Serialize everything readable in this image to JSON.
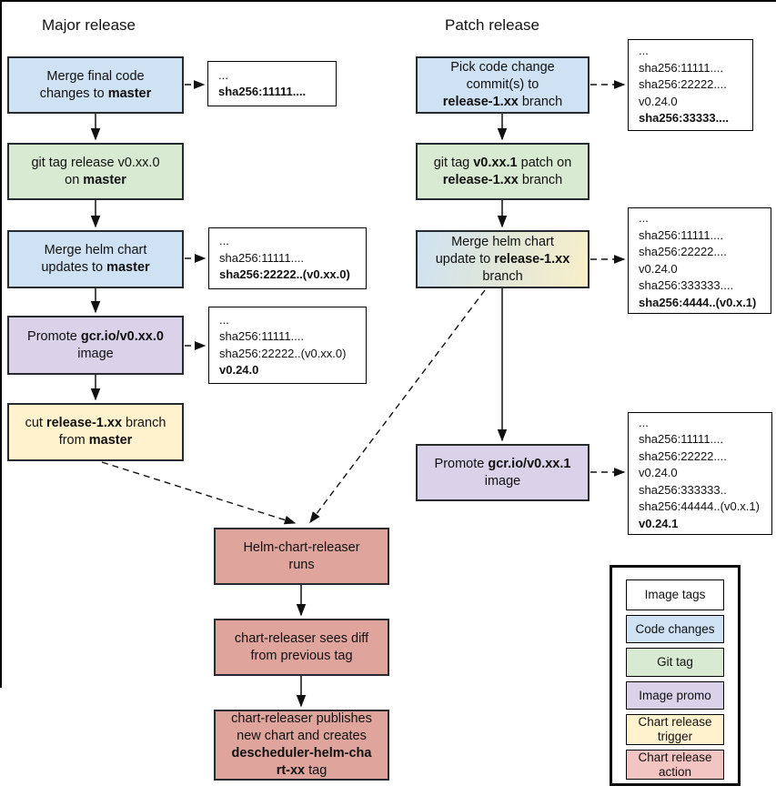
{
  "major": {
    "title": "Major release",
    "boxes": {
      "merge_final": {
        "lines": [
          [
            {
              "t": "Merge final code"
            }
          ],
          [
            {
              "t": "changes to "
            },
            {
              "t": "master",
              "b": true
            }
          ]
        ]
      },
      "git_tag": {
        "lines": [
          [
            {
              "t": "git tag release v0.xx.0"
            }
          ],
          [
            {
              "t": "on "
            },
            {
              "t": "master",
              "b": true
            }
          ]
        ]
      },
      "merge_helm": {
        "lines": [
          [
            {
              "t": "Merge helm chart"
            }
          ],
          [
            {
              "t": "updates to "
            },
            {
              "t": "master",
              "b": true
            }
          ]
        ]
      },
      "promote": {
        "lines": [
          [
            {
              "t": "Promote "
            },
            {
              "t": "gcr.io/v0.xx.0",
              "b": true
            }
          ],
          [
            {
              "t": "image"
            }
          ]
        ]
      },
      "cut_branch": {
        "lines": [
          [
            {
              "t": "cut "
            },
            {
              "t": "release-1.xx",
              "b": true
            },
            {
              "t": " branch"
            }
          ],
          [
            {
              "t": "from "
            },
            {
              "t": "master",
              "b": true
            }
          ]
        ]
      }
    },
    "notes": {
      "note1": {
        "lines": [
          [
            {
              "t": "..."
            }
          ],
          [
            {
              "t": "sha256:11111....",
              "b": true
            }
          ]
        ]
      },
      "note2": {
        "lines": [
          [
            {
              "t": "..."
            }
          ],
          [
            {
              "t": "sha256:11111...."
            }
          ],
          [
            {
              "t": "sha256:22222..(v0.xx.0)",
              "b": true
            }
          ]
        ]
      },
      "note3": {
        "lines": [
          [
            {
              "t": "..."
            }
          ],
          [
            {
              "t": "sha256:11111...."
            }
          ],
          [
            {
              "t": "sha256:22222..(v0.xx.0)"
            }
          ],
          [
            {
              "t": "v0.24.0",
              "b": true
            }
          ]
        ]
      }
    }
  },
  "patch": {
    "title": "Patch release",
    "boxes": {
      "pick_commits": {
        "lines": [
          [
            {
              "t": "Pick code change"
            }
          ],
          [
            {
              "t": "commit(s) to"
            }
          ],
          [
            {
              "t": "release-1.xx",
              "b": true
            },
            {
              "t": " branch"
            }
          ]
        ]
      },
      "git_tag": {
        "lines": [
          [
            {
              "t": "git tag "
            },
            {
              "t": "v0.xx.1",
              "b": true
            },
            {
              "t": " patch on"
            }
          ],
          [
            {
              "t": "release-1.xx",
              "b": true
            },
            {
              "t": " branch"
            }
          ]
        ]
      },
      "merge_helm": {
        "lines": [
          [
            {
              "t": "Merge helm chart"
            }
          ],
          [
            {
              "t": "update to "
            },
            {
              "t": "release-1.xx",
              "b": true
            }
          ],
          [
            {
              "t": "branch"
            }
          ]
        ]
      },
      "promote": {
        "lines": [
          [
            {
              "t": "Promote "
            },
            {
              "t": "gcr.io/v0.xx.1",
              "b": true
            }
          ],
          [
            {
              "t": "image"
            }
          ]
        ]
      }
    },
    "notes": {
      "note1": {
        "lines": [
          [
            {
              "t": "..."
            }
          ],
          [
            {
              "t": "sha256:11111...."
            }
          ],
          [
            {
              "t": "sha256:22222...."
            }
          ],
          [
            {
              "t": "v0.24.0"
            }
          ],
          [
            {
              "t": "sha256:33333....",
              "b": true
            }
          ]
        ]
      },
      "note2": {
        "lines": [
          [
            {
              "t": "..."
            }
          ],
          [
            {
              "t": "sha256:11111...."
            }
          ],
          [
            {
              "t": "sha256:22222...."
            }
          ],
          [
            {
              "t": "v0.24.0"
            }
          ],
          [
            {
              "t": "sha256:333333...."
            }
          ],
          [
            {
              "t": "sha256:4444..(v0.x.1)",
              "b": true
            }
          ]
        ]
      },
      "note3": {
        "lines": [
          [
            {
              "t": "..."
            }
          ],
          [
            {
              "t": "sha256:11111...."
            }
          ],
          [
            {
              "t": "sha256:22222...."
            }
          ],
          [
            {
              "t": "v0.24.0"
            }
          ],
          [
            {
              "t": "sha256:333333.."
            }
          ],
          [
            {
              "t": "sha256:44444..(v0.x.1)"
            }
          ],
          [
            {
              "t": "v0.24.1",
              "b": true
            }
          ]
        ]
      }
    }
  },
  "releaser": {
    "runs": {
      "lines": [
        [
          {
            "t": "Helm-chart-releaser"
          }
        ],
        [
          {
            "t": "runs"
          }
        ]
      ]
    },
    "diff": {
      "lines": [
        [
          {
            "t": "chart-releaser sees diff"
          }
        ],
        [
          {
            "t": "from previous tag"
          }
        ]
      ]
    },
    "publish": {
      "lines": [
        [
          {
            "t": "chart-releaser publishes"
          }
        ],
        [
          {
            "t": "new chart and creates"
          }
        ],
        [
          {
            "t": "descheduler-helm-cha",
            "b": true
          }
        ],
        [
          {
            "t": "rt-xx",
            "b": true
          },
          {
            "t": " tag"
          }
        ]
      ]
    }
  },
  "legend": {
    "items": [
      {
        "label": "Image tags",
        "color": "#ffffff"
      },
      {
        "label": "Code changes",
        "color": "#cfe2f3"
      },
      {
        "label": "Git tag",
        "color": "#d9ead3"
      },
      {
        "label": "Image promo",
        "color": "#d9d2e9"
      },
      {
        "label": "Chart release trigger",
        "color": "#fff2cc"
      },
      {
        "label": "Chart release action",
        "color": "#f2c4c2"
      }
    ]
  },
  "palette": {
    "code_changes": "#cfe2f3",
    "git_tag": "#d9ead3",
    "image_promo": "#d9d2e9",
    "chart_release_trigger": "#fff2cc",
    "chart_release_action": "#dfa49c",
    "image_tags": "#ffffff",
    "line": "#111111"
  }
}
